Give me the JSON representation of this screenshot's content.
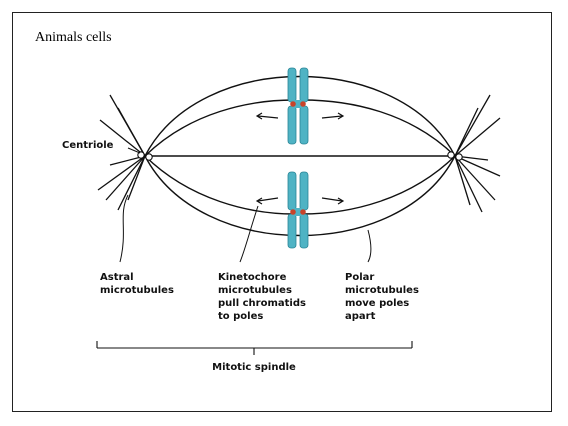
{
  "slide": {
    "title": "Animals cells"
  },
  "diagram": {
    "labels": {
      "centriole": "Centriole",
      "astral": [
        "Astral",
        "microtubules"
      ],
      "kinetochore": [
        "Kinetochore",
        "microtubules",
        "pull chromatids",
        "to poles"
      ],
      "polar": [
        "Polar",
        "microtubules",
        "move poles",
        "apart"
      ],
      "spindle": "Mitotic spindle"
    },
    "colors": {
      "chromosome": "#4fb3c4",
      "kinetochore": "#c8442a",
      "line": "#111111"
    }
  }
}
